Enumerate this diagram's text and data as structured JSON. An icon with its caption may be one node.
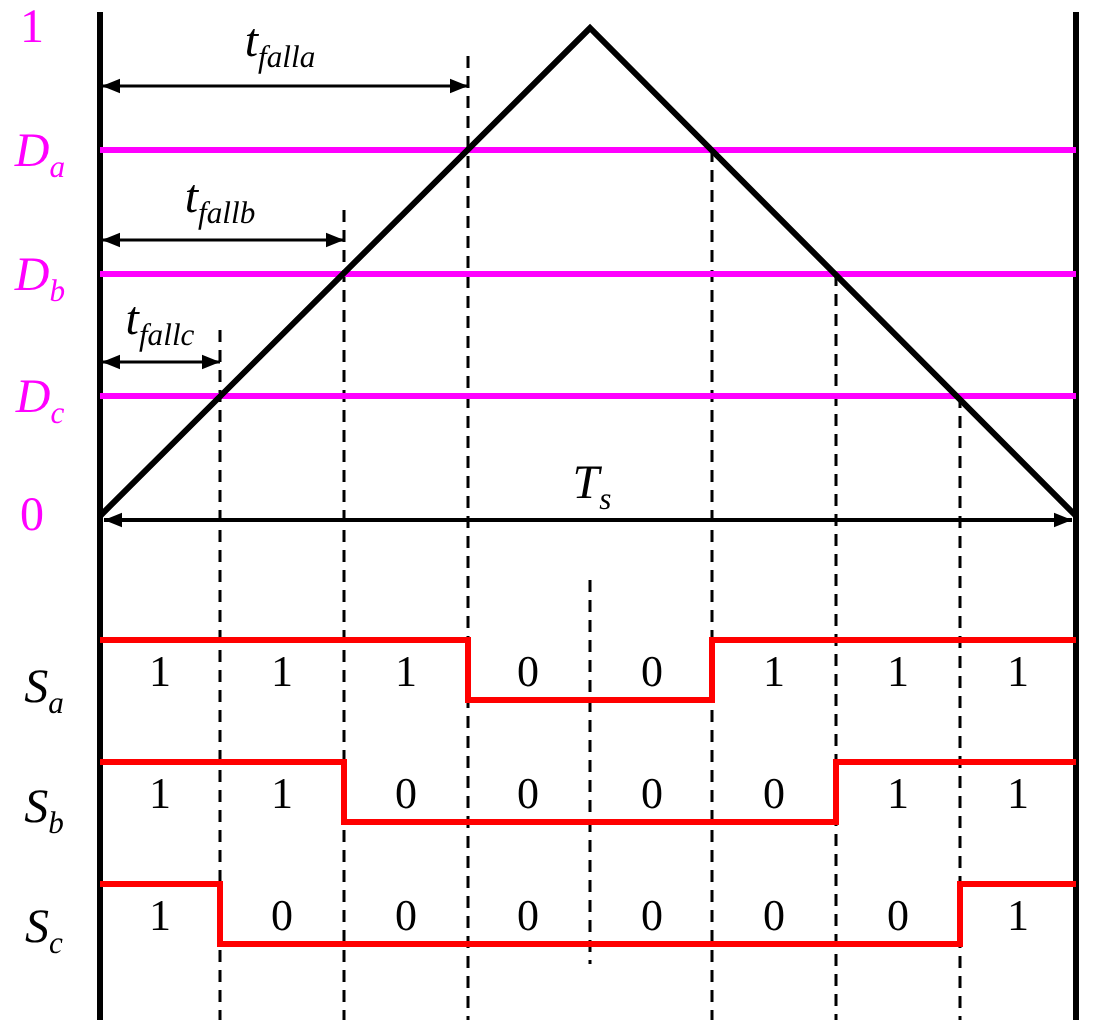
{
  "diagram": {
    "labels": [
      "1",
      "t$_{falla}$",
      "D$_{a}$",
      "t$_{fallb}$",
      "D$_{b}$",
      "t$_{fallc}$",
      "D$_{c}$",
      "T$_{s}$",
      "0",
      "S$_{a}$",
      "1",
      "1",
      "1",
      "0",
      "0",
      "1",
      "1",
      "1",
      "S$_{b}$",
      "1",
      "1",
      "0",
      "0",
      "0",
      "0",
      "1",
      "1",
      "S$_{c}$",
      "1",
      "0",
      "0",
      "0",
      "0",
      "0",
      "0",
      "1"
    ]
  }
}
